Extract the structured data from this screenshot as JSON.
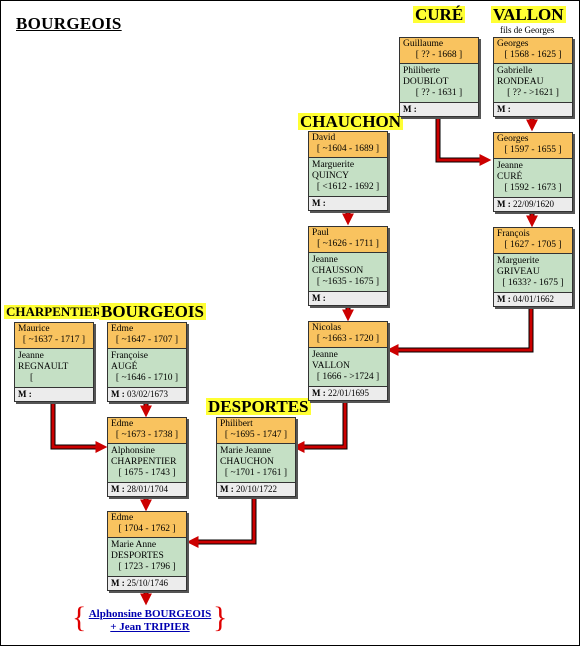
{
  "title": "BOURGEOIS",
  "labels": {
    "cure": "CURÉ",
    "vallon": "VALLON",
    "vallon_sub": "fils de Georges",
    "chauchon": "CHAUCHON",
    "charpentier": "CHARPENTIER",
    "bourgeois": "BOURGEOIS",
    "desportes": "DESPORTES"
  },
  "m_label": "M :",
  "cards": {
    "guillaume": {
      "husband": "Guillaume",
      "h_dates": "[ ?? - 1668 ]",
      "wife1": "Philiberte",
      "wife2": "DOUBLOT",
      "w_dates": "[ ?? - 1631 ]",
      "marriage": ""
    },
    "georges1": {
      "husband": "Georges",
      "h_dates": "[ 1568 - 1625 ]",
      "wife1": "Gabrielle",
      "wife2": "RONDEAU",
      "w_dates": "[ ?? - >1621 ]",
      "marriage": ""
    },
    "georges2": {
      "husband": "Georges",
      "h_dates": "[ 1597 - 1655 ]",
      "wife1": "Jeanne",
      "wife2": "CURÉ",
      "w_dates": "[ 1592 - 1673 ]",
      "marriage": "22/09/1620"
    },
    "david": {
      "husband": "David",
      "h_dates": "[ ~1604 - 1689 ]",
      "wife1": "Marguerite",
      "wife2": "QUINCY",
      "w_dates": "[ <1612 - 1692 ]",
      "marriage": ""
    },
    "francois": {
      "husband": "François",
      "h_dates": "[ 1627 - 1705 ]",
      "wife1": "Marguerite",
      "wife2": "GRIVEAU",
      "w_dates": "[ 1633? - 1675 ]",
      "marriage": "04/01/1662"
    },
    "paul": {
      "husband": "Paul",
      "h_dates": "[ ~1626 - 1711 ]",
      "wife1": "Jeanne",
      "wife2": "CHAUSSON",
      "w_dates": "[ ~1635 - 1675 ]",
      "marriage": ""
    },
    "maurice": {
      "husband": "Maurice",
      "h_dates": "[ ~1637 - 1717 ]",
      "wife1": "Jeanne",
      "wife2": "REGNAULT",
      "w_dates": "[",
      "marriage": ""
    },
    "edme1": {
      "husband": "Edme",
      "h_dates": "[ ~1647 - 1707 ]",
      "wife1": "Françoise",
      "wife2": "AUGÉ",
      "w_dates": "[ ~1646 - 1710 ]",
      "marriage": "03/02/1673"
    },
    "nicolas": {
      "husband": "Nicolas",
      "h_dates": "[ ~1663 - 1720 ]",
      "wife1": "Jeanne",
      "wife2": "VALLON",
      "w_dates": "[ 1666 - >1724 ]",
      "marriage": "22/01/1695"
    },
    "edme2": {
      "husband": "Edme",
      "h_dates": "[ ~1673 - 1738 ]",
      "wife1": "Alphonsine",
      "wife2": "CHARPENTIER",
      "w_dates": "[ 1675 - 1743 ]",
      "marriage": "28/01/1704"
    },
    "philibert": {
      "husband": "Philibert",
      "h_dates": "[ ~1695 - 1747 ]",
      "wife1": "Marie Jeanne",
      "wife2": "CHAUCHON",
      "w_dates": "[ ~1701 - 1761 ]",
      "marriage": "20/10/1722"
    },
    "edme3": {
      "husband": "Edme",
      "h_dates": "[ 1704 - 1762 ]",
      "wife1": "Marie Anne",
      "wife2": "DESPORTES",
      "w_dates": "[ 1723 - 1796 ]",
      "marriage": "25/10/1746"
    }
  },
  "final": {
    "line1": "Alphonsine BOURGEOIS",
    "line2": "+ Jean TRIPIER"
  },
  "colors": {
    "husband": "#f9c35f",
    "wife": "#c5e0c5",
    "arrow": "#cc0000",
    "family_label_bg": "#ffff33",
    "final_text": "#0000b0"
  }
}
